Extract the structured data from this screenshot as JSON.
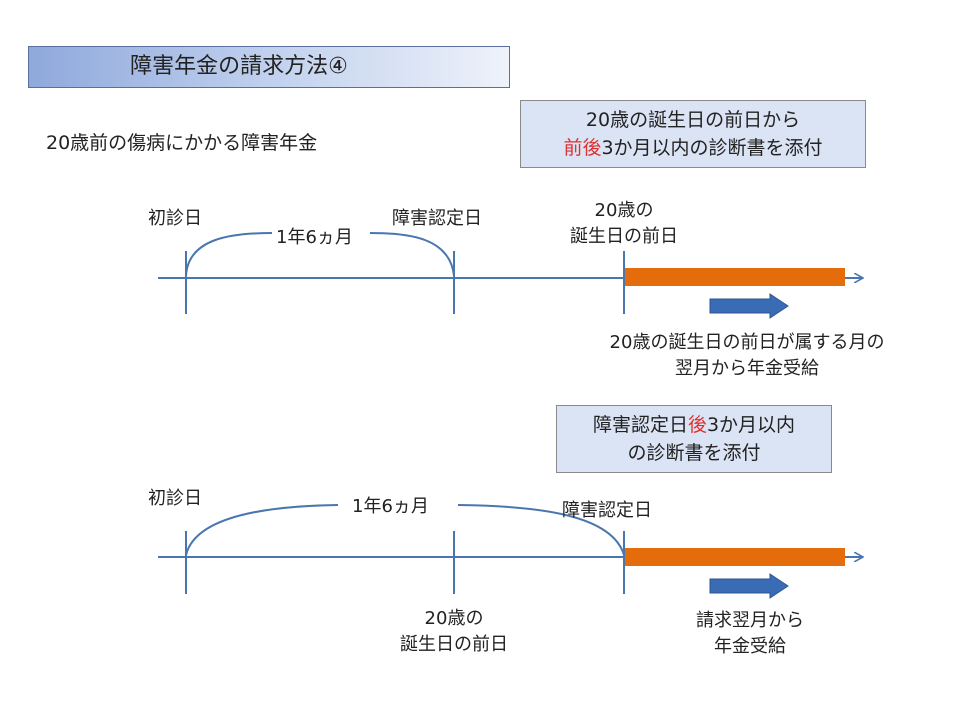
{
  "title": "障害年金の請求方法④",
  "subtitle": "20歳前の傷病にかかる障害年金",
  "box1": {
    "line1": "20歳の誕生日の前日から",
    "line2_red": "前後",
    "line2_rest": "3か月以内の診断書を添付"
  },
  "box2": {
    "line1_a": "障害認定日",
    "line1_red": "後",
    "line1_b": "3か月以内",
    "line2": "の診断書を添付"
  },
  "timeline1": {
    "first_visit": "初診日",
    "span": "1年6ヵ月",
    "recognition_day": "障害認定日",
    "birthday_line1": "20歳の",
    "birthday_line2": "誕生日の前日",
    "receive_line1": "20歳の誕生日の前日が属する月の",
    "receive_line2": "翌月から年金受給"
  },
  "timeline2": {
    "first_visit": "初診日",
    "span": "1年6ヵ月",
    "recognition_day": "障害認定日",
    "birthday_line1": "20歳の",
    "birthday_line2": "誕生日の前日",
    "receive_line1": "請求翌月から",
    "receive_line2": "年金受給"
  },
  "colors": {
    "line": "#4a76b0",
    "bar": "#e46c0a",
    "arrow": "#3a6cb5",
    "box_fill": "#dbe4f4",
    "title_fill_start": "#8fa9dc",
    "emphasis": "#e03030"
  }
}
